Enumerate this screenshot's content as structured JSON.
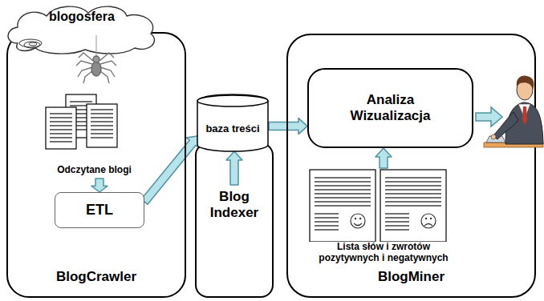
{
  "diagram": {
    "nodes": [
      {
        "text": [
          "blogosfera"
        ]
      },
      {
        "text": [
          "BlogCrawler"
        ]
      },
      {
        "text": [
          "Odczytane blogi"
        ],
        "in": 1
      },
      {
        "text": [
          "ETL"
        ],
        "in": 1
      },
      {
        "text": [
          "baza treści"
        ]
      },
      {
        "text": [
          "Blog Indexer"
        ]
      },
      {
        "text": [
          "BlogMiner"
        ]
      },
      {
        "text": [
          "Analiza Wizualizacja"
        ],
        "in": 6
      },
      {
        "text": [
          "Lista słów i zwrotów pozytywnych i negatywnych"
        ],
        "in": 6
      }
    ],
    "edges": [
      {
        "from": 2,
        "to": 3,
        "arrow": "to"
      },
      {
        "from": 3,
        "to": 4,
        "arrow": "to"
      },
      {
        "from": 5,
        "to": 4,
        "arrow": "to"
      },
      {
        "from": 4,
        "to": 7,
        "arrow": "to"
      },
      {
        "from": 8,
        "to": 7,
        "arrow": "to"
      }
    ]
  }
}
